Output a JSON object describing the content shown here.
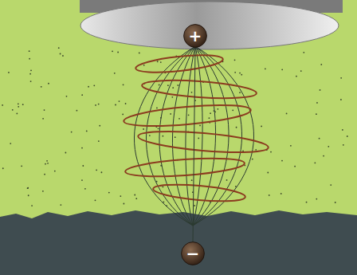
{
  "diagram": {
    "nodes": [
      {
        "text": [
          "+"
        ]
      },
      {
        "text": [
          "−"
        ]
      }
    ],
    "edges": [
      {
        "from": 0,
        "to": 1,
        "arrow": "none"
      }
    ]
  }
}
